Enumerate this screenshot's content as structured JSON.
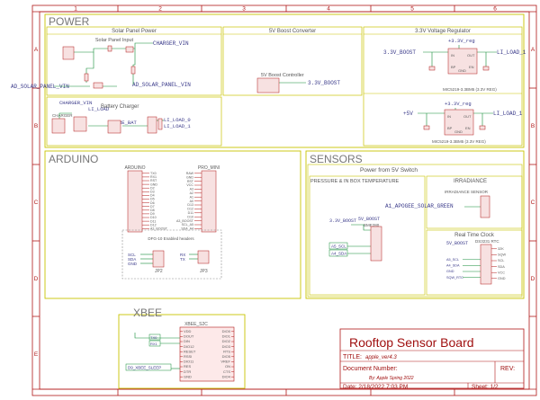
{
  "colors": {
    "frame": "#b01818",
    "section": "#c8c400",
    "wire": "#118b36",
    "label": "#3a3a8a",
    "part_fill": "#f7e1e1",
    "title_text": "#a01010",
    "pin_text": "#5a5a5a"
  },
  "grid": {
    "columns": [
      "1",
      "2",
      "3",
      "4",
      "5",
      "6"
    ],
    "rows": [
      "A",
      "B",
      "C",
      "D",
      "E"
    ]
  },
  "power": {
    "title": "POWER",
    "solar_panel_power": "Solar Panel Power",
    "solar_panel_input": "Solar Panel Input",
    "charger_vin_top": "CHARGER_VIN",
    "ad_solar_panel_vin_left": "AD_SOLAR_PANEL_VIN",
    "ad_solar_panel_vin_right": "AD_SOLAR_PANEL_VIN",
    "battery_charger": "Battery Charger",
    "charger_vin_bc": "CHARGER_VIN",
    "li_load_bc": "LI_LOAD",
    "re_bat": "RE_BAT",
    "li_load_0": "LI_LOAD_0",
    "li_load_1": "LI_LOAD_1",
    "charger_part": "CHARGER",
    "boost_converter_title": "5V Boost Converter",
    "boost_controller": "5V Boost Controller",
    "boost_out": "3.3V_BOOST",
    "reg_title": "3.3V Voltage Regulator",
    "reg1_in": "3.3V_BOOST",
    "reg1_out": "+3.3V_reg",
    "reg1_load": "LI_LOAD_1",
    "reg1_part": "MIC5219-3.3BM5 (3.3V REG)",
    "reg2_in": "+5V",
    "reg2_out": "+3.3V_reg",
    "reg2_load": "LI_LOAD_1",
    "reg2_part": "MIC5219-3.3BM5 (3.3V REG)",
    "reg_pin_in": "IN",
    "reg_pin_out": "OUT",
    "reg_pin_gnd": "GND",
    "reg_pin_bp": "BP",
    "reg_pin_en": "EN"
  },
  "arduino": {
    "title": "ARDUINO",
    "left_header": "ARDUINO",
    "right_header": "PRO_MINI",
    "left_pins": [
      "TX0",
      "RX1",
      "RST",
      "GND",
      "D2",
      "D3",
      "D4",
      "D5",
      "D6",
      "D7",
      "D8",
      "D9",
      "D10",
      "D11",
      "D12",
      "A3_BOOST"
    ],
    "right_pins": [
      "RAW",
      "GND",
      "RST",
      "VCC",
      "A3",
      "A2",
      "A1",
      "A0",
      "D13",
      "D12",
      "D11",
      "D10",
      "A3_BOOST",
      "SCL_A5",
      "SDA_A4"
    ],
    "enabled_headers": "DFG-10 Enabled headers",
    "jp2_pins": [
      "SCL",
      "SDA",
      "GND"
    ],
    "jp3_pins": [
      "RX",
      "TX"
    ],
    "jp2": "JP2",
    "jp3": "JP3"
  },
  "sensors": {
    "title": "SENSORS",
    "power_from_switch": "Power from 5V Switch",
    "pressure_title": "PRESSURE & IN BOX TEMPERATURE",
    "irradiance_title": "IRRADIANCE",
    "irr_sensor": "IRRADIANCE SENSOR",
    "apogee": "A1_APOGEE_SOLAR_GREEN",
    "boost_label": "3.3V_BOOST",
    "bme_label": "5V_BOOST",
    "bme_part": "BME280",
    "scl": "A5_SCL",
    "sda": "A4_SDA",
    "rtc_title": "Real Time Clock",
    "rtc_boost": "5V_BOOST",
    "rtc_part": "DS3231 RTC",
    "rtc_pins": [
      "32K",
      "SQW",
      "SCL",
      "SDA",
      "VCC",
      "GND"
    ],
    "rtc_nets": [
      "A5_SCL",
      "A4_SDA",
      "GND",
      "SQW_RTC"
    ]
  },
  "xbee": {
    "title": "XBEE",
    "part": "XBEE_S2C",
    "left_pins": [
      "VDD",
      "DOUT",
      "DIN",
      "DIO12",
      "RESET",
      "RSSI",
      "DIO11",
      "RES",
      "DTR",
      "GND"
    ],
    "right_pins": [
      "DIO0",
      "DIO1",
      "DIO2",
      "DIO3",
      "RTS",
      "DIO5",
      "VREF",
      "ON",
      "CTS",
      "DIO4"
    ],
    "net1": "TX0",
    "net2": "RX1",
    "sleep": "D9_XBEE_SLEEP"
  },
  "title_block": {
    "title": "Rooftop Sensor Board",
    "title_field": "TITLE:",
    "title_value": "apple_ver4.3",
    "doc_number": "Document Number:",
    "author": "By: Apple Spring 2022",
    "rev": "REV:",
    "date": "Date: 2/18/2022 7:03 PM",
    "sheet": "Sheet: 1/2"
  }
}
